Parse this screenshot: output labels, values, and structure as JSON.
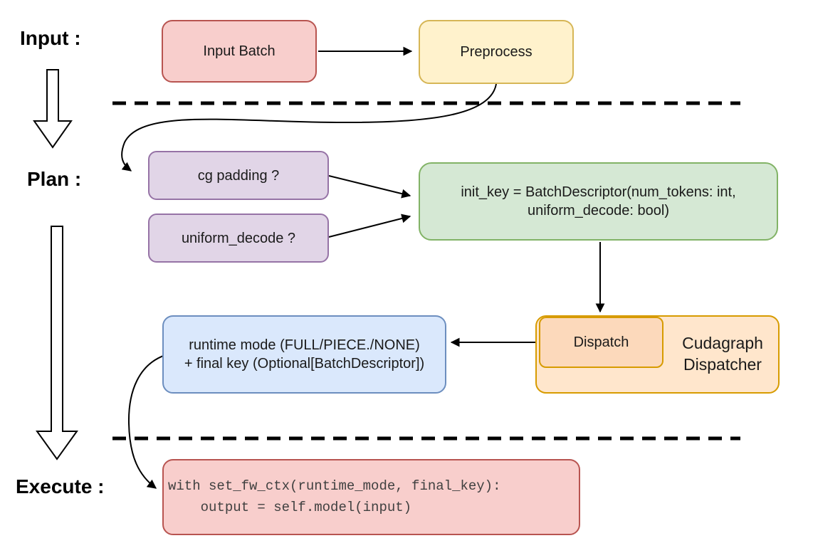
{
  "stage_labels": {
    "input": "Input :",
    "plan": "Plan :",
    "execute": "Execute :"
  },
  "nodes": {
    "input_batch": {
      "label": "Input Batch",
      "fill": "#f8cecc",
      "stroke": "#b85450"
    },
    "preprocess": {
      "label": "Preprocess",
      "fill": "#fff2cc",
      "stroke": "#d6b656"
    },
    "cg_padding": {
      "label": "cg padding ?",
      "fill": "#e1d5e7",
      "stroke": "#9673a6"
    },
    "uniform_decode": {
      "label": "uniform_decode ?",
      "fill": "#e1d5e7",
      "stroke": "#9673a6"
    },
    "init_key": {
      "lines": [
        "init_key = BatchDescriptor(num_tokens: int,",
        "uniform_decode: bool)"
      ],
      "fill": "#d5e8d4",
      "stroke": "#82b366"
    },
    "dispatch": {
      "label": "Dispatch",
      "fill": "#fcd9bb",
      "stroke": "#d79b00"
    },
    "cudagraph_dispatcher": {
      "lines": [
        "Cudagraph",
        "Dispatcher"
      ],
      "fill": "#ffe6cc",
      "stroke": "#d79b00"
    },
    "runtime_mode": {
      "lines": [
        "runtime mode (FULL/PIECE./NONE)",
        "+ final key (Optional[BatchDescriptor])"
      ],
      "fill": "#dae8fc",
      "stroke": "#6c8ebf"
    },
    "execute_code": {
      "lines": [
        "with set_fw_ctx(runtime_mode, final_key):",
        "    output = self.model(input)"
      ],
      "fill": "#f8cecc",
      "stroke": "#b85450"
    }
  },
  "colors": {
    "background": "#ffffff",
    "connector": "#000000",
    "dashed_divider": "#000000",
    "text": "#1a1a1a",
    "code_text": "#404040"
  }
}
